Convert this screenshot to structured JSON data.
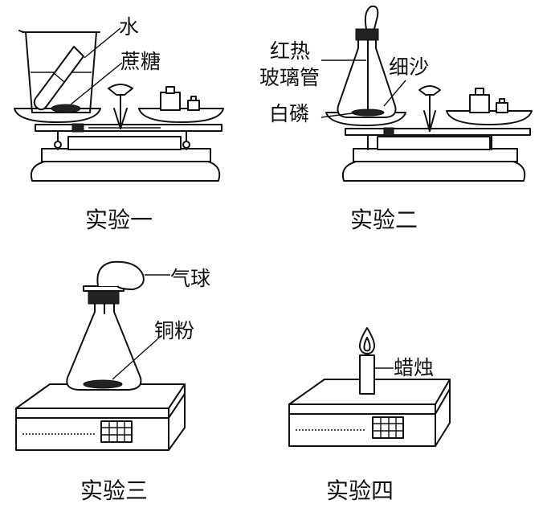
{
  "experiments": [
    {
      "caption": "实验一",
      "labels": {
        "water": "水",
        "sucrose": "蔗糖"
      }
    },
    {
      "caption": "实验二",
      "labels": {
        "hot_glass_line1": "红热",
        "hot_glass_line2": "玻璃管",
        "sand": "细沙",
        "white_phosphorus": "白磷"
      }
    },
    {
      "caption": "实验三",
      "labels": {
        "balloon": "气球",
        "copper_powder": "铜粉"
      }
    },
    {
      "caption": "实验四",
      "labels": {
        "candle": "蜡烛"
      }
    }
  ]
}
